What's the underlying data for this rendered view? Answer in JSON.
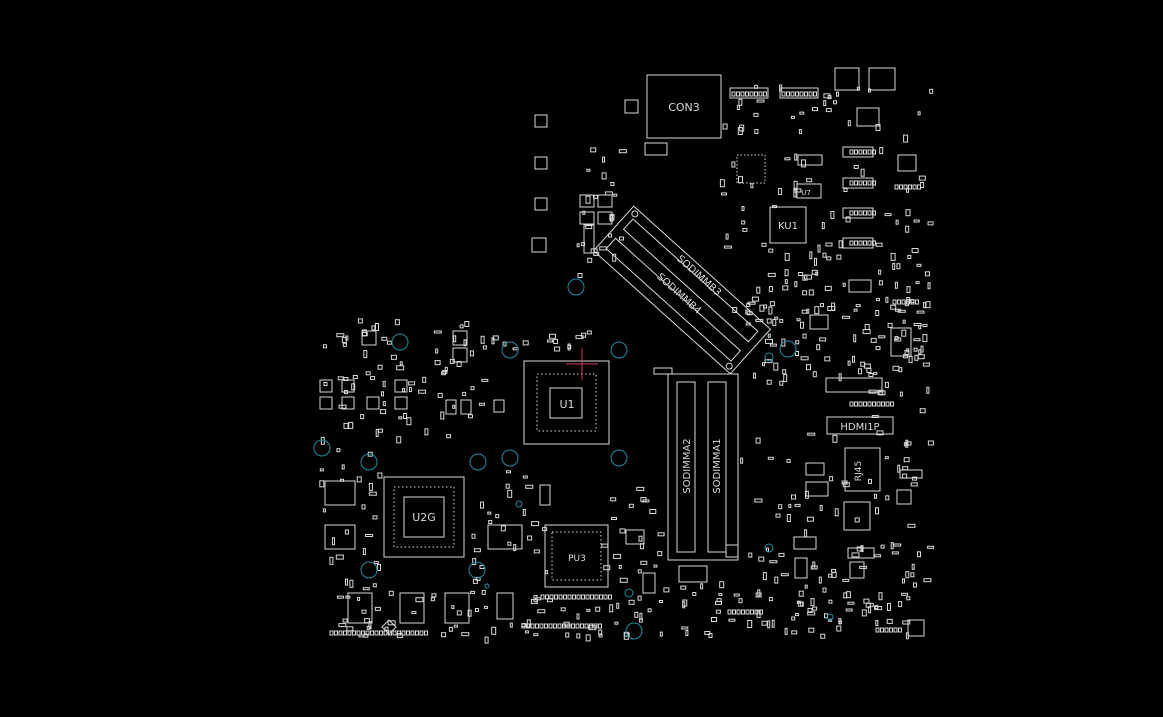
{
  "colors": {
    "background": "#000000",
    "outline": "#d9d9d9",
    "via": "#1e8fa0",
    "cursor": "#d23c5a"
  },
  "labels": {
    "con3": "CON3",
    "sodimmb3": "SODIMMB3",
    "sodimmb4": "SODIMMB4",
    "sodimma2": "SODIMMA2",
    "sodimma1": "SODIMMA1",
    "u1": "U1",
    "u2g": "U2G",
    "pu3": "PU3",
    "ku1": "KU1",
    "hdmi1p": "HDMI1P",
    "rj45": "RJ45",
    "u7": "U7"
  }
}
